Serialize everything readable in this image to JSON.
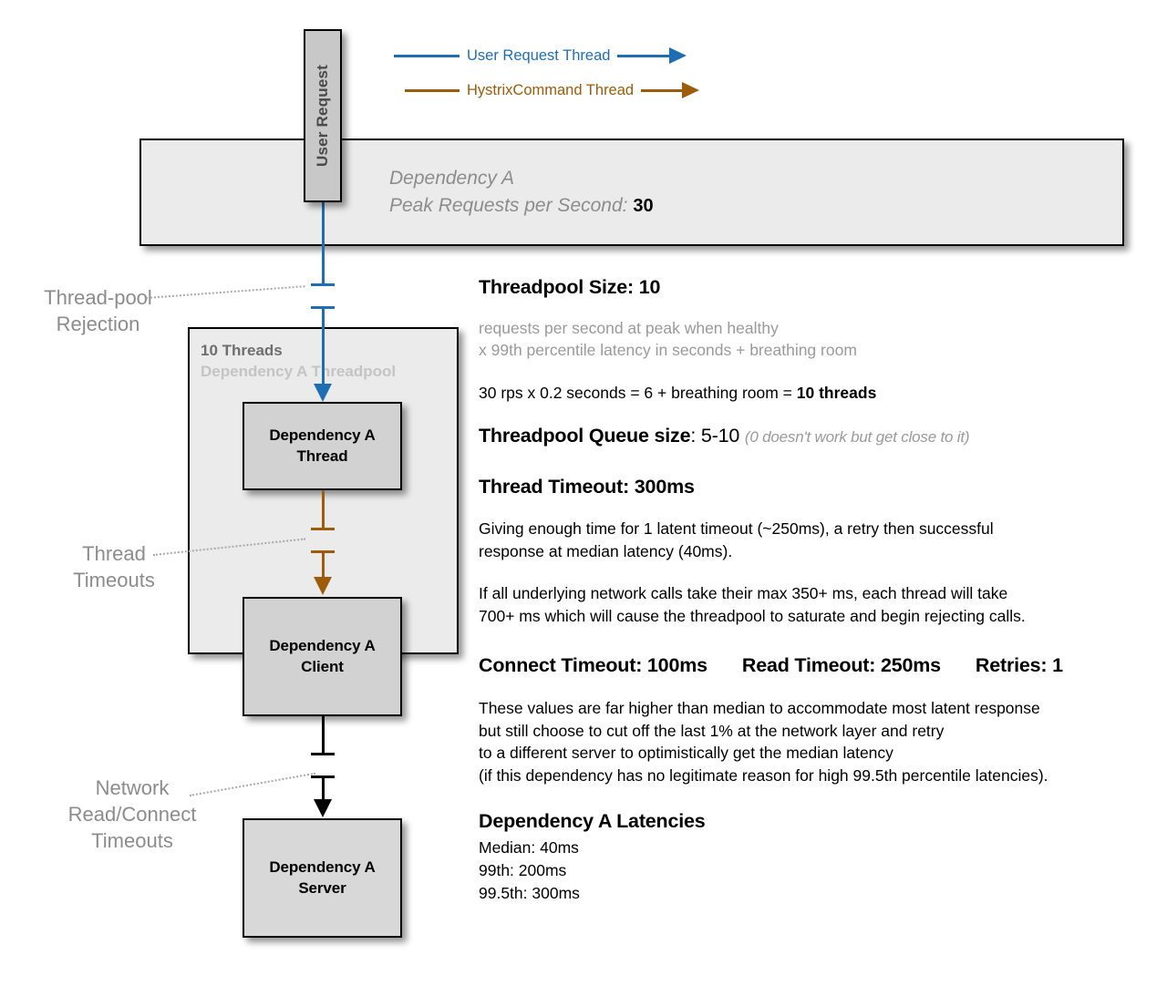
{
  "legend": {
    "items": [
      {
        "label": "User Request Thread",
        "color": "#1f6eb4",
        "icon": "arrow-right-icon"
      },
      {
        "label": "HystrixCommand Thread",
        "color": "#9c5c0a",
        "icon": "arrow-right-icon"
      }
    ]
  },
  "user_request": {
    "label": "User Request"
  },
  "dependency_band": {
    "line1": "Dependency A",
    "line2_prefix": "Peak Requests per Second: ",
    "line2_value": "30"
  },
  "threadpool": {
    "title": "10 Threads",
    "subtitle": "Dependency A Threadpool"
  },
  "nodes": {
    "thread": "Dependency A\nThread",
    "client": "Dependency A\nClient",
    "server": "Dependency A\nServer"
  },
  "annotations": {
    "threadpool_rejection": "Thread-pool\nRejection",
    "thread_timeouts": "Thread\nTimeouts",
    "network_timeouts": "Network\nRead/Connect\nTimeouts"
  },
  "details": {
    "threadpool_size_heading": "Threadpool Size: 10",
    "threadpool_formula_gray": "requests per second at peak when healthy\nx 99th percentile latency in seconds + breathing room",
    "threadpool_math_prefix": "30 rps x 0.2 seconds = 6 + breathing room = ",
    "threadpool_math_bold": "10 threads",
    "queue_size_label": "Threadpool Queue size",
    "queue_size_value": ": 5-10",
    "queue_size_note": "(0 doesn't work but get close to it)",
    "thread_timeout_heading": "Thread Timeout: 300ms",
    "thread_timeout_body": "Giving enough time for 1 latent timeout (~250ms), a retry then successful\nresponse at median latency (40ms).",
    "thread_timeout_body2": "If all underlying network calls take their max 350+ ms, each thread will take\n700+ ms which will cause the threadpool to saturate and begin rejecting calls.",
    "connect_timeout": "Connect Timeout: 100ms",
    "read_timeout": "Read Timeout: 250ms",
    "retries": "Retries: 1",
    "network_body": "These values are far higher than median to accommodate most latent response\nbut still choose to cut off the last 1% at the network layer and retry\nto a different server to optimistically get the median latency\n(if this dependency has no legitimate reason for high 99.5th percentile latencies).",
    "latencies_heading": "Dependency A Latencies",
    "latencies_body": "Median: 40ms\n99th: 200ms\n99.5th: 300ms"
  },
  "colors": {
    "user_request_thread": "#1f6eb4",
    "hystrix_command_thread": "#9c5c0a",
    "network_call": "#000000",
    "box_fill": "#d2d2d2",
    "band_fill": "#ebebeb",
    "annotation_gray": "#8c8c8c"
  }
}
